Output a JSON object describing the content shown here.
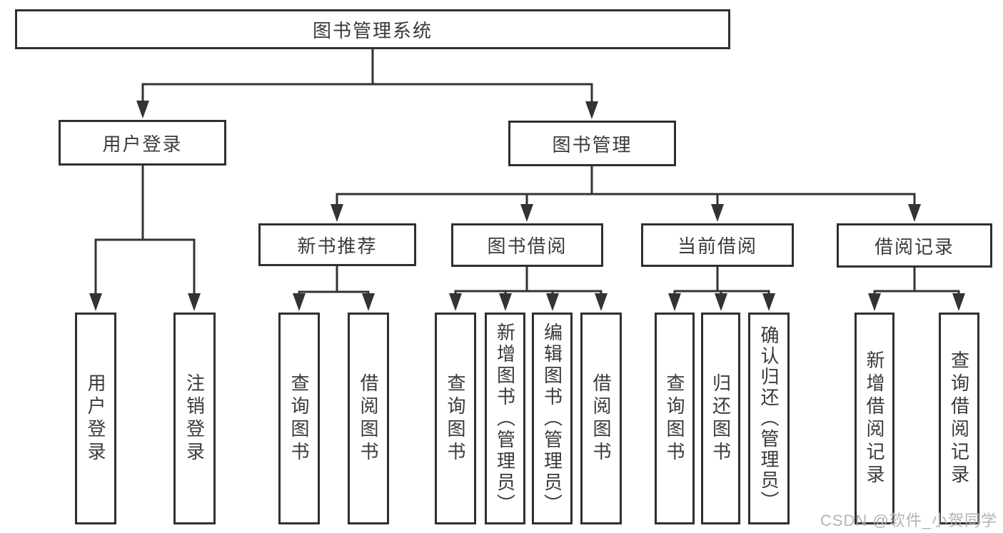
{
  "colors": {
    "background": "#ffffff",
    "line": "#333333",
    "box_border": "#2f2f32",
    "text": "#3a3a3e",
    "watermark": "#afafaf"
  },
  "watermark": "CSDN @软件_小贺同学",
  "tree": {
    "root": {
      "label": "图书管理系统"
    },
    "branches": [
      {
        "label": "用户登录",
        "children": [
          {
            "label": "用户登录"
          },
          {
            "label": "注销登录"
          }
        ]
      },
      {
        "label": "图书管理",
        "children": [
          {
            "label": "新书推荐",
            "children": [
              {
                "label": "查询图书"
              },
              {
                "label": "借阅图书"
              }
            ]
          },
          {
            "label": "图书借阅",
            "children": [
              {
                "label": "查询图书"
              },
              {
                "label": "新增图书（管理员）"
              },
              {
                "label": "编辑图书（管理员）"
              },
              {
                "label": "借阅图书"
              }
            ]
          },
          {
            "label": "当前借阅",
            "children": [
              {
                "label": "查询图书"
              },
              {
                "label": "归还图书"
              },
              {
                "label": "确认归还（管理员）"
              }
            ]
          },
          {
            "label": "借阅记录",
            "children": [
              {
                "label": "新增借阅记录"
              },
              {
                "label": "查询借阅记录"
              }
            ]
          }
        ]
      }
    ]
  }
}
